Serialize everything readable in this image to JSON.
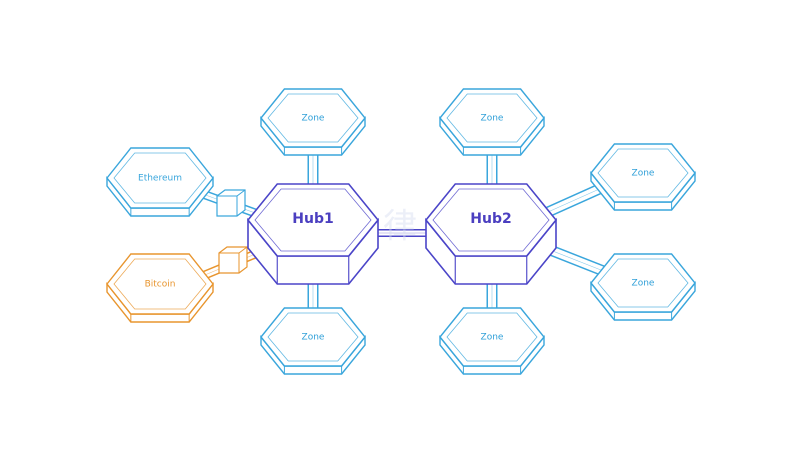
{
  "colors": {
    "zone": "#3aa6dc",
    "hub": "#4b45c8",
    "bitcoin": "#e8952e",
    "watermark": "#d6dcf0"
  },
  "hubs": [
    {
      "id": "hub1",
      "label": "Hub1"
    },
    {
      "id": "hub2",
      "label": "Hub2"
    }
  ],
  "zones": [
    {
      "id": "zone-top-left",
      "label": "Zone"
    },
    {
      "id": "zone-top-right",
      "label": "Zone"
    },
    {
      "id": "zone-right-upper",
      "label": "Zone"
    },
    {
      "id": "zone-right-lower",
      "label": "Zone"
    },
    {
      "id": "zone-bottom-left",
      "label": "Zone"
    },
    {
      "id": "zone-bottom-right",
      "label": "Zone"
    }
  ],
  "external": [
    {
      "id": "ethereum",
      "label": "Ethereum"
    },
    {
      "id": "bitcoin",
      "label": "Bitcoin"
    }
  ]
}
